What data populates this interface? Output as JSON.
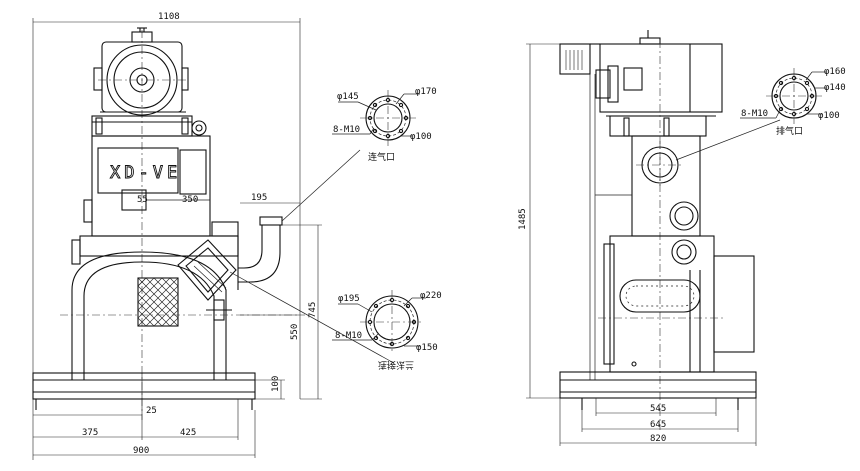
{
  "brand": "XD-VE",
  "front_view": {
    "dims": {
      "overall_width_top": "1108",
      "outlet_offset": "195",
      "height_745": "745",
      "height_550": "550",
      "base_height": "100",
      "base_left": "375",
      "base_right": "425",
      "base_total": "900",
      "center_offset": "25",
      "window_55": "55",
      "window_350": "350"
    }
  },
  "flange_top": {
    "d_outer": "φ145",
    "d_pitch": "φ170",
    "d_bore": "φ100",
    "bolts": "8-M10",
    "label": "连气口"
  },
  "flange_bottom": {
    "d_outer": "φ195",
    "d_pitch": "φ220",
    "d_bore": "φ150",
    "bolts": "8-M10",
    "label": "连接法兰"
  },
  "side_view": {
    "dims": {
      "height": "1485",
      "base_545": "545",
      "base_645": "645",
      "base_820": "820"
    }
  },
  "flange_right": {
    "d_outer": "φ160",
    "d_pitch": "φ140",
    "d_bore": "φ100",
    "bolts": "8-M10",
    "label": "排气口"
  }
}
